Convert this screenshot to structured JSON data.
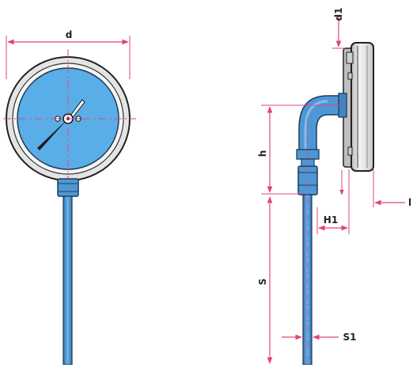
{
  "labels": {
    "d": "d",
    "d1": "d1",
    "h": "h",
    "l": "l",
    "H1": "H1",
    "S": "S",
    "S1": "S1"
  },
  "colors": {
    "dim": "#e0457b",
    "dial": "#5aaee8",
    "stem": "#4f97d4",
    "bezel": "#e6e6e6",
    "outline": "#222222",
    "needle": "#1a1a1a"
  }
}
